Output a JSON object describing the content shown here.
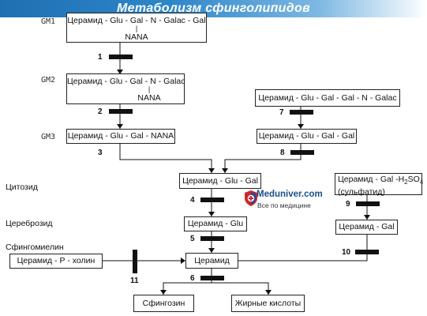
{
  "header": {
    "title": "Метаболизм сфинголипидов"
  },
  "diagram": {
    "gm_labels": {
      "gm1": "GM1",
      "gm2": "GM2",
      "gm3": "GM3"
    },
    "side_labels": {
      "citozid": "Цитозид",
      "cerebrozid": "Цереброзид",
      "sfingomielin": "Сфингомиелин"
    },
    "boxes": {
      "gm1_line1": "Церамид - Glu - Gal - N - Galac - Gal",
      "gm1_pipe": "|",
      "gm1_line2": "NANA",
      "gm2_line1": "Церамид - Glu - Gal - N - Galac",
      "gm2_pipe": "|",
      "gm2_line2": "NANA",
      "gm3": "Церамид - Glu - Gal - NANA",
      "right_top": "Церамид - Glu - Gal - Gal - N - Galac",
      "right_mid": "Церамид - Glu - Gal - Gal",
      "citozid": "Церамид - Glu - Gal",
      "sulfatid_line1": "Церамид - Gal -H",
      "sulfatid_sub2": "2",
      "sulfatid_so": "SO",
      "sulfatid_sub4": "4",
      "sulfatid_line2": "(сульфатид)",
      "cerebrozid": "Церамид - Glu",
      "ceramid_gal": "Церамид - Gal",
      "ceramid": "Церамид",
      "ceramid_p_holin": "Церамид - Р - холин",
      "sfingozin": "Сфингозин",
      "fatty_acids": "Жирные кислоты"
    },
    "step_numbers": [
      "1",
      "2",
      "3",
      "4",
      "5",
      "6",
      "7",
      "8",
      "9",
      "10",
      "11"
    ]
  },
  "watermark": {
    "name": "Meduniver.com",
    "tagline": "Все по медицине"
  },
  "colors": {
    "banner": "#2e86c9",
    "logo_text": "#1a4f8c",
    "shield_red": "#d0262d",
    "shield_blue": "#1e4c8f"
  }
}
